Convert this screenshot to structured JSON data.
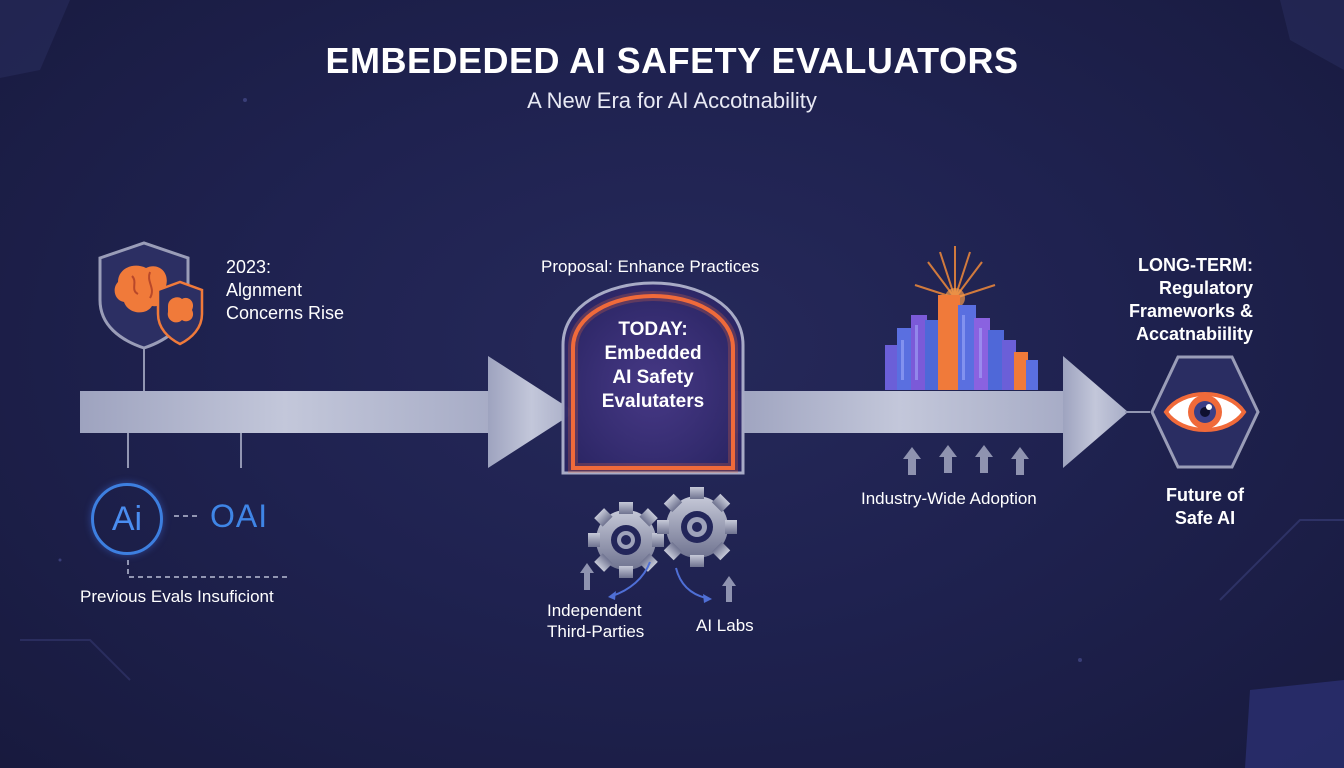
{
  "header": {
    "title": "EMBEDEDED AI SAFETY EVALUATORS",
    "subtitle": "A New Era for AI Accotnability"
  },
  "timeline": {
    "start": {
      "year_label": "2023:",
      "text_line1": "Algnment",
      "text_line2": "Concerns Rise",
      "icon": "brain-shield-icon"
    },
    "previous": {
      "logo1_text": "Ai",
      "logo2_text": "OAI",
      "caption": "Previous Evals Insuficiont"
    },
    "proposal": {
      "label": "Proposal: Enhance Practices"
    },
    "today": {
      "line1": "TODAY:",
      "line2": "Embedded",
      "line3": "AI Safety",
      "line4": "Evalutaters",
      "icon": "gate-arch-icon"
    },
    "collaboration": {
      "left_line1": "Independent",
      "left_line2": "Third-Parties",
      "right_label": "AI Labs",
      "icon": "gears-icon"
    },
    "adoption": {
      "label": "Industry-Wide Adoption",
      "icon": "city-skyline-icon"
    },
    "long_term": {
      "line1": "LONG-TERM:",
      "line2": "Regulatory",
      "line3": "Frameworks &",
      "line4": "Accatnabiility",
      "icon": "eye-hexagon-icon"
    },
    "future": {
      "line1": "Future of",
      "line2": "Safe AI"
    }
  },
  "colors": {
    "background": "#1f2250",
    "arrow": "#b4b9cf",
    "accent_orange": "#f06a3a",
    "accent_purple": "#6a4fd0",
    "logo_blue": "#3f85e6"
  }
}
